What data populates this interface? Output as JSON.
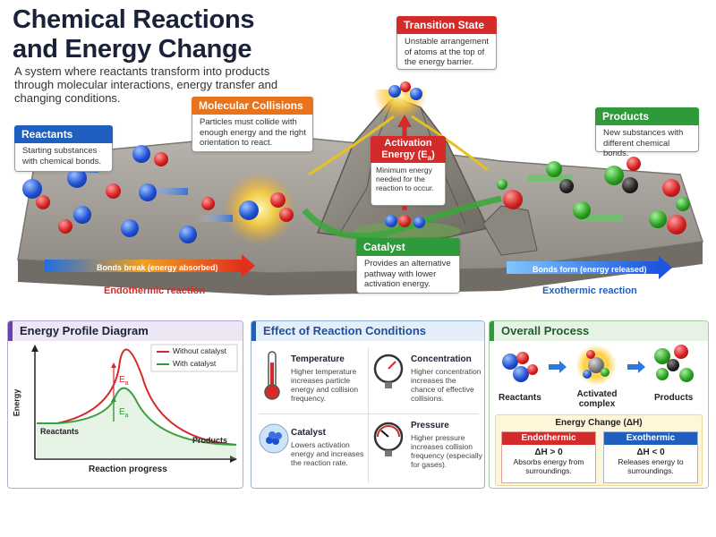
{
  "header": {
    "title_line1": "Chemical Reactions",
    "title_line2": "and Energy Change",
    "subtitle": "A system where reactants transform into products through molecular interactions, energy transfer and changing conditions."
  },
  "callouts": {
    "reactants": {
      "title": "Reactants",
      "body": "Starting substances with chemical bonds.",
      "color": "#1f5fbf"
    },
    "collisions": {
      "title": "Molecular Collisions",
      "body": "Particles must collide with enough energy and the right orientation to react.",
      "color": "#e8731a"
    },
    "transition": {
      "title": "Transition State",
      "body": "Unstable arrangement of atoms at the top of the energy barrier.",
      "color": "#d42a2a"
    },
    "activation": {
      "title_main": "Activation",
      "title_sub": "Energy (E",
      "title_sub2": "a",
      "title_end": ")",
      "body": "Minimum energy needed for the reaction to occur.",
      "color": "#d42a2a"
    },
    "catalyst": {
      "title": "Catalyst",
      "body": "Provides an alternative pathway with lower activation energy.",
      "color": "#2e9a3a"
    },
    "products": {
      "title": "Products",
      "body": "New substances with different chemical bonds.",
      "color": "#2e9a3a"
    }
  },
  "arrows": {
    "bonds_break": "Bonds break (energy absorbed)",
    "bonds_form": "Bonds form (energy released)",
    "endothermic": "Endothermic reaction",
    "exothermic": "Exothermic reaction"
  },
  "energy_profile": {
    "title": "Energy Profile Diagram",
    "legend_without": "Without catalyst",
    "legend_with": "With catalyst",
    "ylabel": "Energy",
    "xlabel": "Reaction progress",
    "reactants": "Reactants",
    "products": "Products",
    "ea1": "E",
    "ea1_sub": "a",
    "ea2": "E",
    "ea2_sub": "a",
    "color_without": "#d42a2a",
    "color_with": "#2e9a3a"
  },
  "conditions": {
    "title": "Effect of Reaction Conditions",
    "items": [
      {
        "name": "Temperature",
        "text": "Higher temperature increases particle energy and collision frequency."
      },
      {
        "name": "Concentration",
        "text": "Higher concentration increases the chance of effective collisions."
      },
      {
        "name": "Catalyst",
        "text": "Lowers activation energy and increases the reaction rate."
      },
      {
        "name": "Pressure",
        "text": "Higher pressure increases collision frequency (especially for gases)."
      }
    ]
  },
  "overall": {
    "title": "Overall Process",
    "reactants": "Reactants",
    "activated_line1": "Activated",
    "activated_line2": "complex",
    "products": "Products",
    "energy_change": "Energy Change (ΔH)",
    "endo_title": "Endothermic",
    "endo_eq": "ΔH > 0",
    "endo_text": "Absorbs energy from surroundings.",
    "exo_title": "Exothermic",
    "exo_eq": "ΔH < 0",
    "exo_text": "Releases energy to surroundings."
  }
}
